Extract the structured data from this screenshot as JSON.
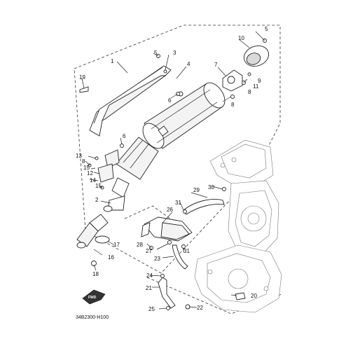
{
  "diagram_code": "34B2300-H100",
  "fwd_label": "FWD",
  "callouts": {
    "c1": "1",
    "c2": "2",
    "c3": "3",
    "c4": "4",
    "c5a": "5",
    "c5b": "5",
    "c6a": "6",
    "c6b": "6",
    "c7": "7",
    "c8a": "8",
    "c8b": "8",
    "c8c": "8",
    "c9": "9",
    "c10": "10",
    "c11": "11",
    "c12": "12",
    "c13": "13",
    "c14": "14",
    "c15a": "15",
    "c15b": "15",
    "c16": "16",
    "c17": "17",
    "c18": "18",
    "c19": "19",
    "c20": "20",
    "c21": "21",
    "c22": "22",
    "c23": "23",
    "c24": "24",
    "c25": "25",
    "c26": "26",
    "c27": "27",
    "c28": "28",
    "c29": "29",
    "c30": "30",
    "c31a": "31",
    "c31b": "31"
  }
}
